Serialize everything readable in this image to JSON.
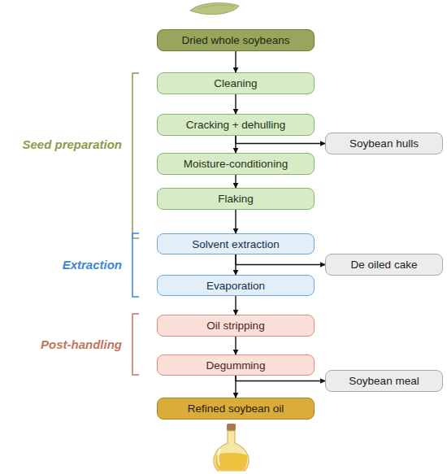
{
  "diagram": {
    "nodes": [
      {
        "text": [
          "Dried whole soybeans"
        ]
      },
      {
        "text": [
          "Cleaning"
        ]
      },
      {
        "text": [
          "Cracking + dehulling"
        ]
      },
      {
        "text": [
          "Soybean hulls"
        ]
      },
      {
        "text": [
          "Moisture-conditioning"
        ]
      },
      {
        "text": [
          "Flaking"
        ]
      },
      {
        "text": [
          "Solvent extraction"
        ]
      },
      {
        "text": [
          "De oiled cake"
        ]
      },
      {
        "text": [
          "Evaporation"
        ]
      },
      {
        "text": [
          "Oil stripping"
        ]
      },
      {
        "text": [
          "Degumming"
        ]
      },
      {
        "text": [
          "Soybean meal"
        ]
      },
      {
        "text": [
          "Refined soybean oil"
        ]
      }
    ],
    "edges": [
      {
        "from": 0,
        "to": 1,
        "arrow": "to"
      },
      {
        "from": 1,
        "to": 2,
        "arrow": "to"
      },
      {
        "from": 2,
        "to": 4,
        "arrow": "to"
      },
      {
        "from": 2,
        "to": 3,
        "arrow": "to"
      },
      {
        "from": 4,
        "to": 5,
        "arrow": "to"
      },
      {
        "from": 5,
        "to": 6,
        "arrow": "to"
      },
      {
        "from": 6,
        "to": 8,
        "arrow": "to"
      },
      {
        "from": 6,
        "to": 7,
        "arrow": "to"
      },
      {
        "from": 8,
        "to": 9,
        "arrow": "to"
      },
      {
        "from": 9,
        "to": 10,
        "arrow": "to"
      },
      {
        "from": 10,
        "to": 12,
        "arrow": "to"
      },
      {
        "from": 10,
        "to": 11,
        "arrow": "to"
      }
    ],
    "labels": [
      "Seed preparation",
      "Extraction",
      "Post-handling"
    ]
  }
}
